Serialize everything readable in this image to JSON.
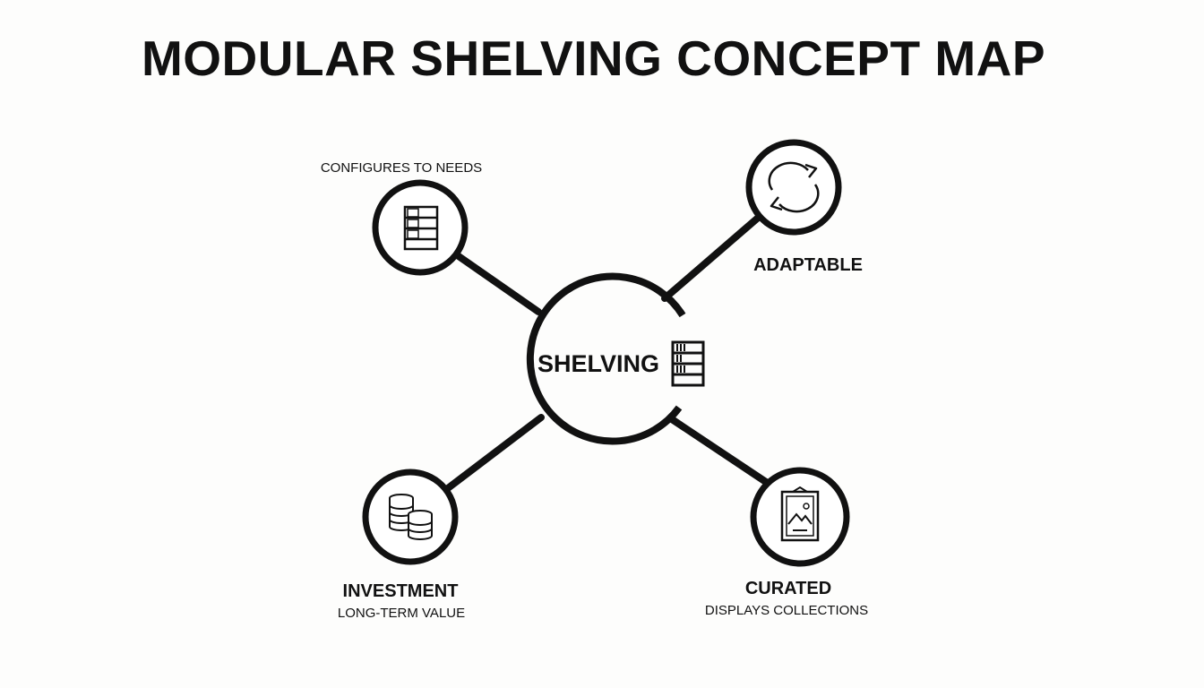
{
  "title": "MODULAR SHELVING CONCEPT MAP",
  "center": {
    "label": "SHELVING",
    "icon": "shelf-icon"
  },
  "nodes": [
    {
      "id": "configures",
      "label": "CONFIGURES TO NEEDS",
      "sublabel": "",
      "icon": "shelf-icon"
    },
    {
      "id": "adaptable",
      "label": "ADAPTABLE",
      "sublabel": "",
      "icon": "refresh-arrows-icon"
    },
    {
      "id": "investment",
      "label": "INVESTMENT",
      "sublabel": "LONG-TERM VALUE",
      "icon": "coin-stacks-icon"
    },
    {
      "id": "curated",
      "label": "CURATED",
      "sublabel": "DISPLAYS COLLECTIONS",
      "icon": "framed-picture-icon"
    }
  ],
  "colors": {
    "background": "#fdfdfc",
    "ink": "#111111"
  }
}
